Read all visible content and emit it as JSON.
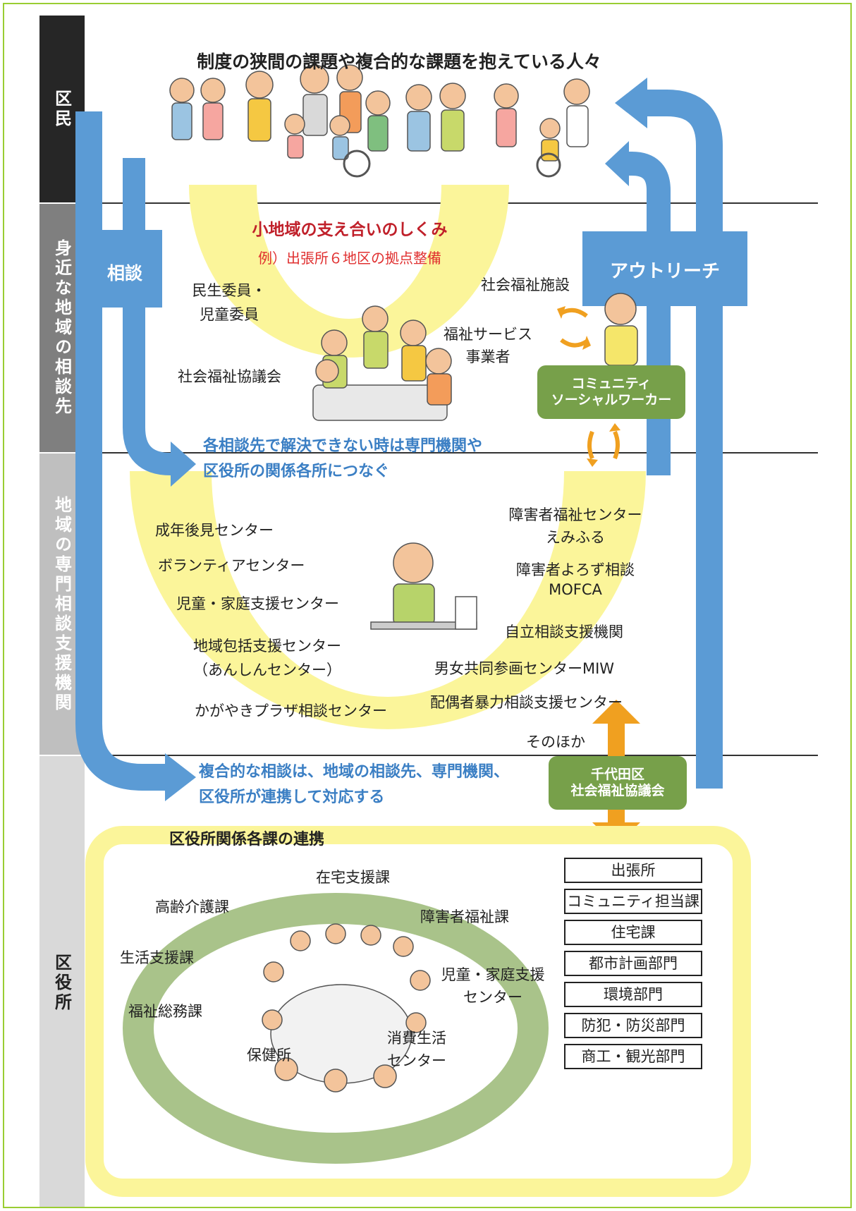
{
  "bands": [
    {
      "label": "区民",
      "color": "#262626"
    },
    {
      "label": "身近な地域の相談先",
      "color": "#7f7f7f"
    },
    {
      "label": "地域の専門相談支援機関",
      "color": "#bfbfbf"
    },
    {
      "label": "区役所",
      "color": "#d9d9d9"
    }
  ],
  "header_title": "制度の狭間の課題や複合的な課題を抱えている人々",
  "arrows": {
    "soudan": "相談",
    "outreach": "アウトリーチ"
  },
  "small_area": {
    "title": "小地域の支え合いのしくみ",
    "example": "例）出張所６地区の拠点整備",
    "items": [
      "民生委員・",
      "児童委員",
      "社会福祉協議会",
      "社会福祉施設",
      "福祉サービス",
      "事業者"
    ]
  },
  "csw_badge": [
    "コミュニティ",
    "ソーシャルワーカー"
  ],
  "connect_msg": [
    "各相談先で解決できない時は専門機関や",
    "区役所の関係各所につなぐ"
  ],
  "specialist": {
    "left": [
      "成年後見センター",
      "ボランティアセンター",
      "児童・家庭支援センター",
      "地域包括支援センター",
      "（あんしんセンター）",
      "かがやきプラザ相談センター"
    ],
    "right": [
      "障害者福祉センター",
      "えみふる",
      "障害者よろず相談",
      "MOFCA",
      "自立相談支援機関",
      "男女共同参画センターMIW",
      "配偶者暴力相談支援センター",
      "そのほか"
    ]
  },
  "complex_msg": [
    "複合的な相談は、地域の相談先、専門機関、",
    "区役所が連携して対応する"
  ],
  "shakyo_badge": [
    "千代田区",
    "社会福祉協議会"
  ],
  "ward_office": {
    "title": "区役所関係各課の連携",
    "ring_items": [
      "在宅支援課",
      "高齢介護課",
      "障害者福祉課",
      "生活支援課",
      "児童・家庭支援",
      "センター",
      "福祉総務課",
      "消費生活",
      "センター",
      "保健所"
    ],
    "departments": [
      "出張所",
      "コミュニティ担当課",
      "住宅課",
      "都市計画部門",
      "環境部門",
      "防犯・防災部門",
      "商工・観光部門"
    ]
  },
  "colors": {
    "blue_arrow": "#5b9bd5",
    "yellow": "#fbf59a",
    "green": "#77a04a",
    "orange": "#f0a020",
    "red_title": "#c0202a",
    "blue_text": "#3b7fc4"
  }
}
